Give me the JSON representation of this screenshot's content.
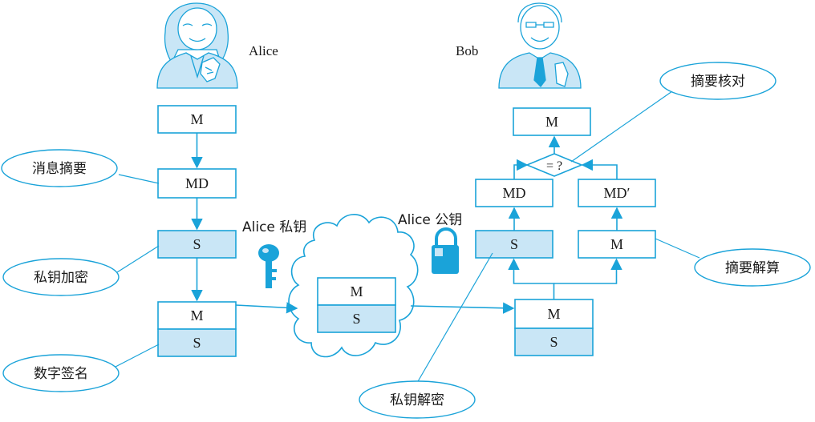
{
  "people": {
    "alice": "Alice",
    "bob": "Bob"
  },
  "keys": {
    "alice_private": "Alice 私钥",
    "alice_public": "Alice 公钥"
  },
  "sender": {
    "message": "M",
    "digest": "MD",
    "signature": "S",
    "packet_message": "M",
    "packet_signature": "S"
  },
  "channel": {
    "message": "M",
    "signature": "S"
  },
  "receiver": {
    "packet_message": "M",
    "packet_signature": "S",
    "decrypted_signature": "S",
    "digest_from_signature": "MD",
    "message_for_hash": "M",
    "recomputed_digest": "MD′",
    "compare": "= ?",
    "result_message": "M"
  },
  "callouts": {
    "message_digest": "消息摘要",
    "private_encrypt": "私钥加密",
    "digital_signature": "数字签名",
    "private_decrypt": "私钥解密",
    "digest_verify": "摘要核对",
    "digest_compute": "摘要解算"
  },
  "colors": {
    "accent": "#1aa3d9",
    "signature_fill": "#c9e6f6"
  }
}
